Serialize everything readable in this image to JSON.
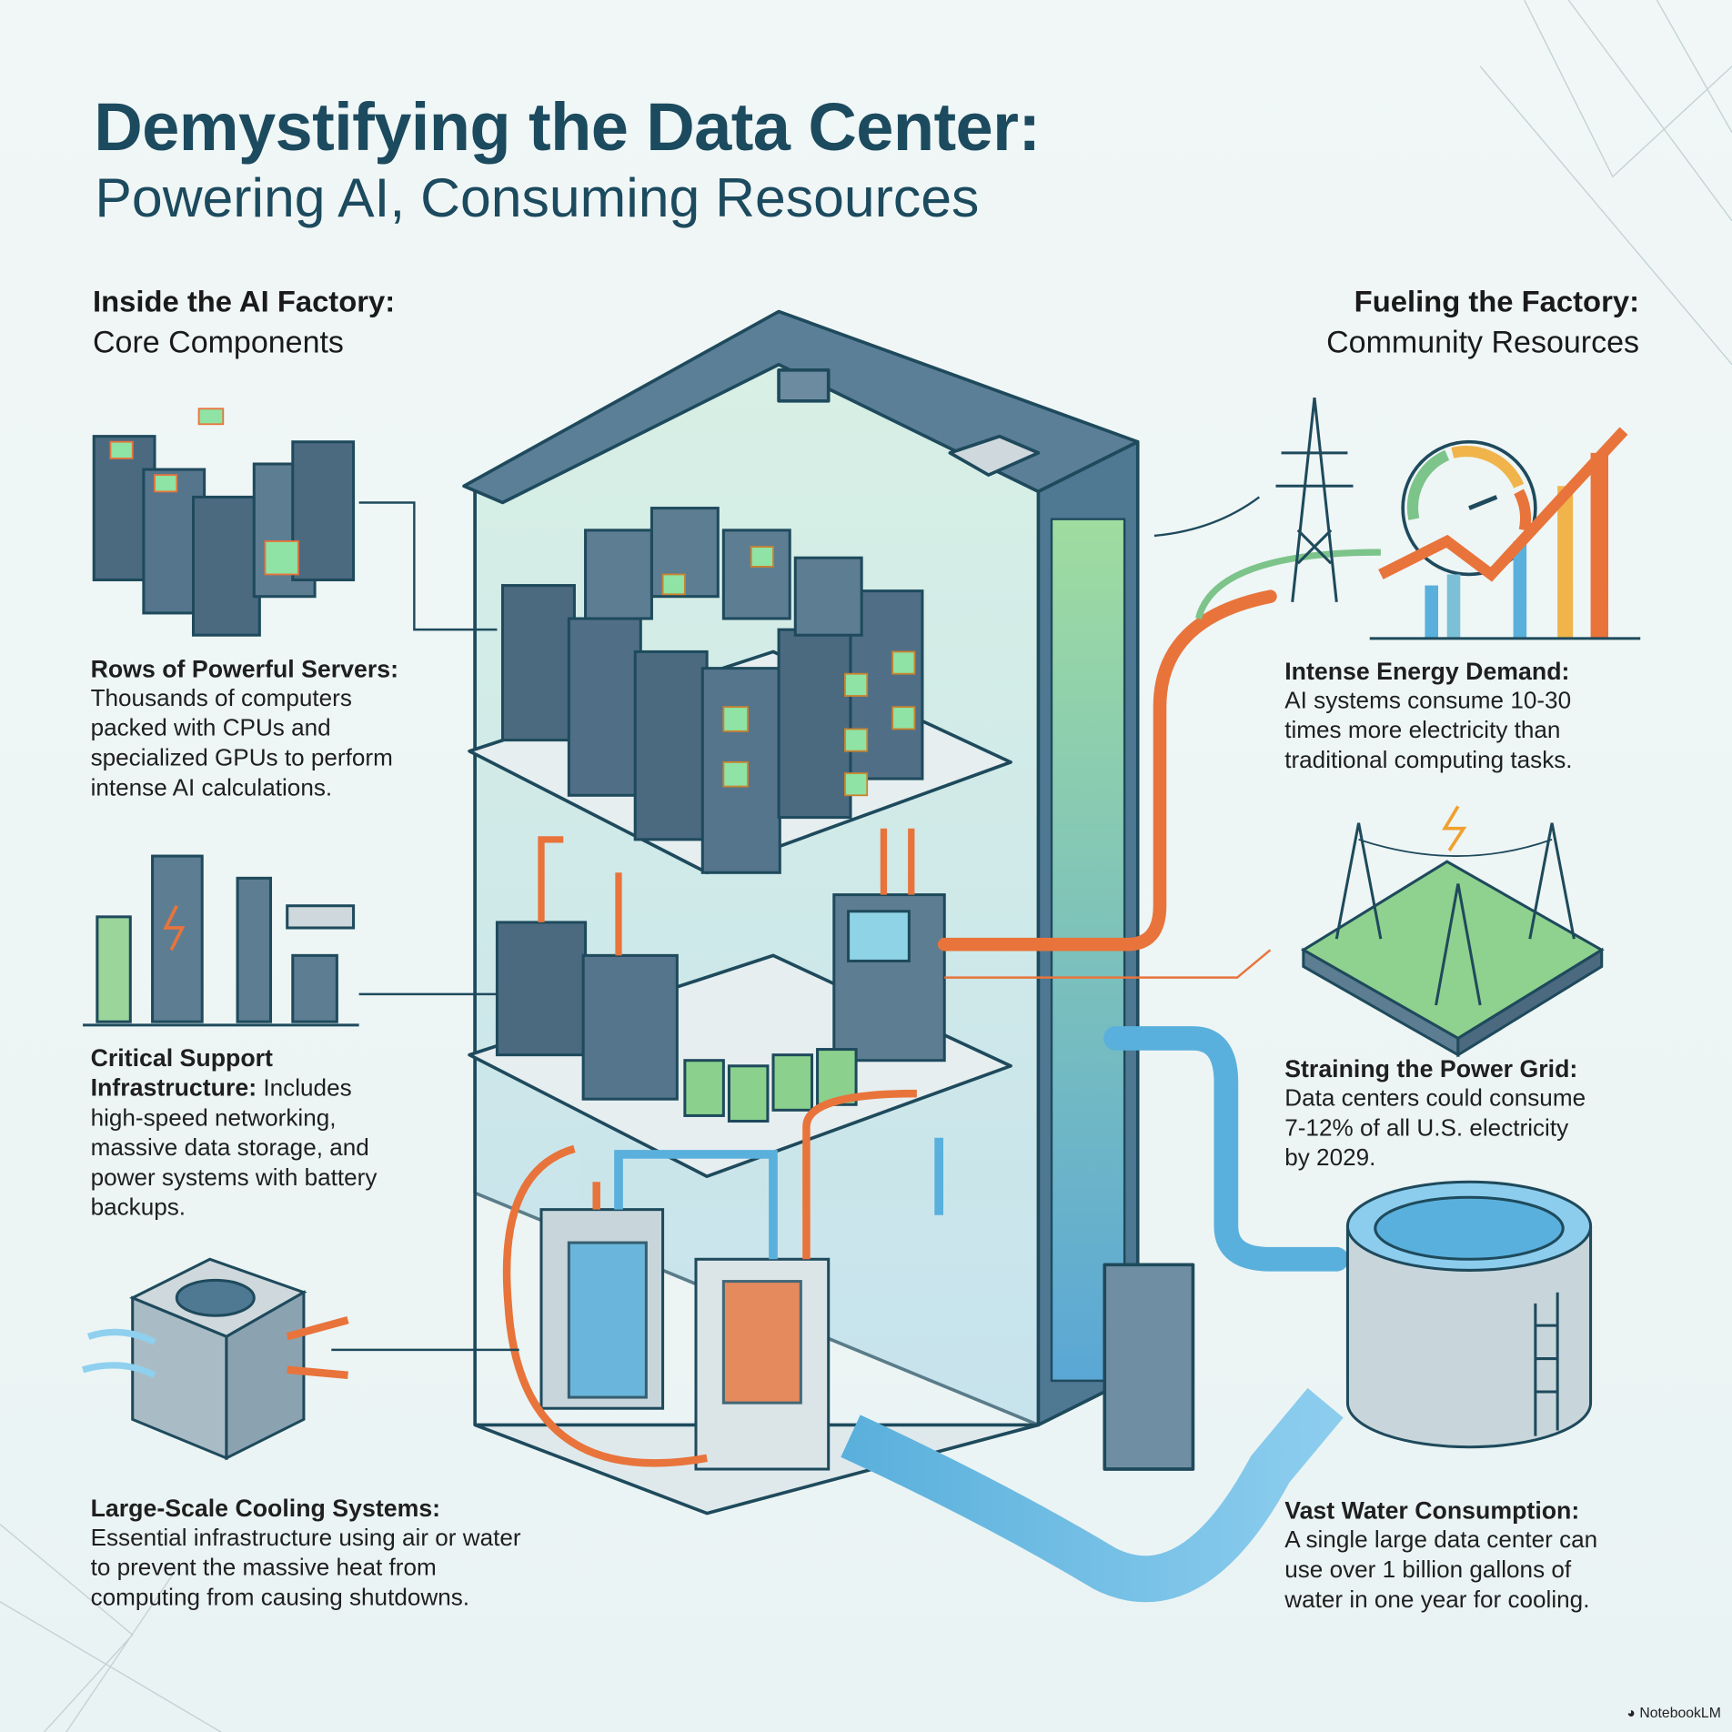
{
  "header": {
    "title": "Demystifying the Data Center:",
    "subtitle": "Powering AI, Consuming Resources"
  },
  "left_section": {
    "heading": "Inside the AI Factory:",
    "subheading": "Core Components",
    "items": [
      {
        "heading": "Rows of Powerful Servers:",
        "lines": [
          "Thousands of computers",
          "packed with CPUs and",
          "specialized GPUs to perform",
          "intense AI calculations."
        ]
      },
      {
        "heading_lines": [
          "Critical Support",
          "Infrastructure:"
        ],
        "first_line_rest": " Includes",
        "lines": [
          "high-speed networking,",
          "massive data storage, and",
          "power systems with battery",
          "backups."
        ]
      },
      {
        "heading": "Large-Scale Cooling Systems:",
        "lines": [
          "Essential infrastructure using air or water",
          "to prevent the massive heat from",
          "computing from causing shutdowns."
        ]
      }
    ]
  },
  "right_section": {
    "heading": "Fueling the Factory:",
    "subheading": "Community Resources",
    "items": [
      {
        "heading": "Intense Energy Demand:",
        "lines": [
          "AI systems consume 10-30",
          "times more electricity than",
          "traditional computing tasks."
        ]
      },
      {
        "heading": "Straining the Power Grid:",
        "lines": [
          "Data centers could consume",
          "7-12% of all U.S. electricity",
          "by 2029."
        ]
      },
      {
        "heading": "Vast Water Consumption:",
        "lines": [
          "A single large data center can",
          "use over 1 billion gallons of",
          "water in one year for cooling."
        ]
      }
    ]
  },
  "branding": {
    "label": "NotebookLM",
    "icon": "notebooklm-logo-icon"
  },
  "colors": {
    "title": "#1c4a5e",
    "orange": "#e8743b",
    "green": "#7cc48a",
    "blue": "#5ab0dc",
    "slate": "#4a6b82"
  }
}
